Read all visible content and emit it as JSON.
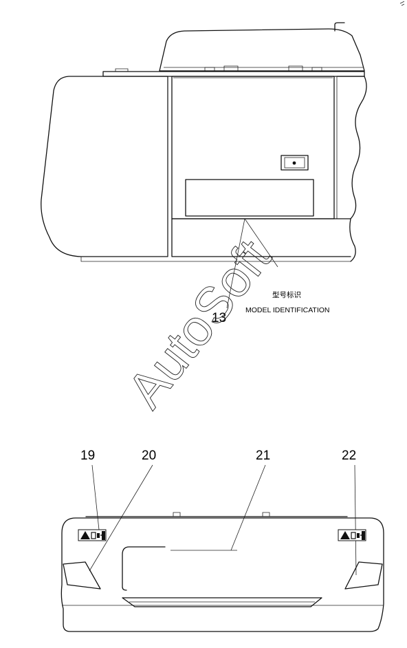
{
  "side_view": {
    "callout_number": "13",
    "label_cn": "型号标识",
    "label_en": "MODEL IDENTIFICATION"
  },
  "rear_view": {
    "callouts": [
      "19",
      "20",
      "21",
      "22"
    ]
  },
  "watermark": "AutoSoft",
  "icons": [
    "crush-warning-icon",
    "crush-warning-icon"
  ]
}
